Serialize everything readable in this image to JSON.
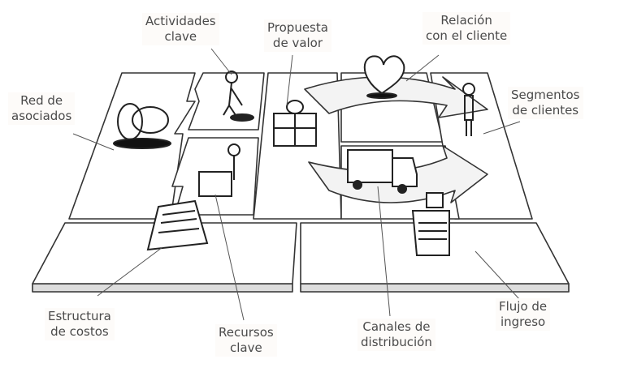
{
  "labels": {
    "actividades": [
      "Actividades",
      "clave"
    ],
    "propuesta": [
      "Propuesta",
      "de valor"
    ],
    "relacion": [
      "Relación",
      "con el cliente"
    ],
    "red": [
      "Red de",
      "asociados"
    ],
    "segmentos": [
      "Segmentos",
      "de clientes"
    ],
    "costos": [
      "Estructura",
      "de costos"
    ],
    "recursos": [
      "Recursos",
      "clave"
    ],
    "canales": [
      "Canales de",
      "distribución"
    ],
    "ingreso": [
      "Flujo de",
      "ingreso"
    ]
  },
  "icons": [
    "rings-icon",
    "worker-icon",
    "gift-icon",
    "heart-icon",
    "person-icon",
    "truck-icon",
    "cash-register-icon",
    "document-icon",
    "boxes-icon"
  ]
}
